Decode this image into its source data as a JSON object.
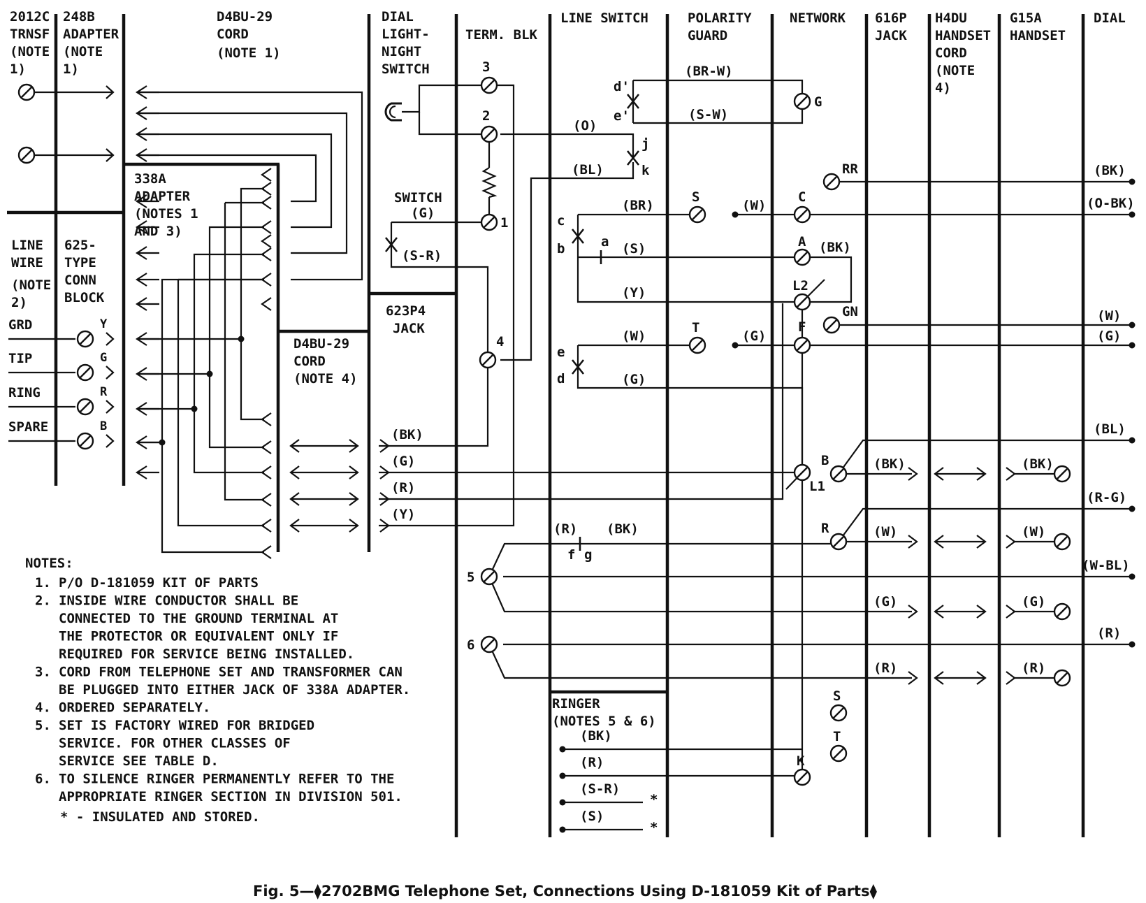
{
  "diagram": {
    "caption": "Fig. 5—⧫2702BMG Telephone Set, Connections Using D-181059 Kit of Parts⧫",
    "columns": {
      "trnsf": [
        "2012C",
        "TRNSF",
        "(NOTE",
        "1)"
      ],
      "adapter248b": [
        "248B",
        "ADAPTER",
        "(NOTE",
        "1)"
      ],
      "cord_top": [
        "D4BU-29",
        "CORD",
        "(NOTE 1)"
      ],
      "dial_light": [
        "DIAL",
        "LIGHT-",
        "NIGHT",
        "SWITCH"
      ],
      "term_blk": "TERM. BLK",
      "line_switch": "LINE SWITCH",
      "polarity_guard": [
        "POLARITY",
        "GUARD"
      ],
      "network": "NETWORK",
      "jack616p": [
        "616P",
        "JACK"
      ],
      "h4du": [
        "H4DU",
        "HANDSET",
        "CORD",
        "(NOTE",
        "4)"
      ],
      "g15a": [
        "G15A",
        "HANDSET"
      ],
      "dial": "DIAL",
      "adapter338a": [
        "338A",
        "ADAPTER",
        "(NOTES 1",
        "AND 3)"
      ],
      "line_wire": [
        "LINE",
        "WIRE",
        "(NOTE",
        "2)"
      ],
      "conn_block": [
        "625-",
        "TYPE",
        "CONN",
        "BLOCK"
      ],
      "cord_mid": [
        "D4BU-29",
        "CORD",
        "(NOTE 4)"
      ],
      "jack623p4": [
        "623P4",
        "JACK"
      ],
      "switch_g": [
        "SWITCH",
        "(G)"
      ],
      "ringer": [
        "RINGER",
        "(NOTES 5 & 6)"
      ]
    },
    "line_wire_rows": [
      "GRD",
      "TIP",
      "RING",
      "SPARE"
    ],
    "line_wire_letters": [
      "Y",
      "G",
      "R",
      "B"
    ],
    "term_numbers": [
      "3",
      "2",
      "1",
      "4",
      "5",
      "6"
    ],
    "cord_wire_labels": [
      "(BK)",
      "(G)",
      "(R)",
      "(Y)"
    ],
    "switch_wire_labels": {
      "o": "(O)",
      "bl": "(BL)",
      "br": "(BR)",
      "s": "(S)",
      "y": "(Y)",
      "w": "(W)",
      "g": "(G)",
      "br_w": "(BR-W)",
      "s_w": "(S-W)",
      "s_r": "(S-R)",
      "r": "(R)",
      "bk": "(BK)"
    },
    "contact_letters": {
      "d_prime": "d'",
      "e_prime": "e'",
      "j": "j",
      "k": "k",
      "c": "c",
      "b": "b",
      "a": "a",
      "e": "e",
      "d": "d",
      "f": "f",
      "g": "g"
    },
    "polarity_terminals": {
      "s": "S",
      "t": "T",
      "g": "G"
    },
    "network_terminals": {
      "rr": "RR",
      "c": "C",
      "a": "A",
      "l2": "L2",
      "gn": "GN",
      "f": "F",
      "b": "B",
      "l1": "L1",
      "r": "R",
      "s": "S",
      "t": "T",
      "k": "K"
    },
    "network_wire_labels": {
      "w": "(W)",
      "bk": "(BK)",
      "g": "(G)"
    },
    "dial_wires": [
      "(BK)",
      "(O-BK)",
      "(W)",
      "(G)",
      "(BL)",
      "(R-G)",
      "(W-BL)",
      "(R)"
    ],
    "handset_rows": [
      {
        "jack": "(BK)",
        "handset": "(BK)"
      },
      {
        "jack": "(W)",
        "handset": "(W)"
      },
      {
        "jack": "(G)",
        "handset": "(G)"
      },
      {
        "jack": "(R)",
        "handset": "(R)"
      }
    ],
    "ringer_wires": [
      "(BK)",
      "(R)",
      "(S-R)",
      "(S)"
    ],
    "asterisk": "*",
    "notes_title": "NOTES:",
    "notes": [
      {
        "num": "1.",
        "lines": [
          "P/O D-181059 KIT OF PARTS"
        ]
      },
      {
        "num": "2.",
        "lines": [
          "INSIDE WIRE CONDUCTOR SHALL BE",
          "CONNECTED TO THE GROUND TERMINAL AT",
          "THE PROTECTOR OR EQUIVALENT ONLY IF",
          "REQUIRED FOR SERVICE BEING INSTALLED."
        ]
      },
      {
        "num": "3.",
        "lines": [
          "CORD FROM TELEPHONE SET AND TRANSFORMER CAN",
          "BE PLUGGED INTO EITHER JACK OF 338A ADAPTER."
        ]
      },
      {
        "num": "4.",
        "lines": [
          "ORDERED SEPARATELY."
        ]
      },
      {
        "num": "5.",
        "lines": [
          "SET IS FACTORY WIRED FOR BRIDGED",
          "SERVICE. FOR OTHER CLASSES OF",
          "SERVICE SEE TABLE D."
        ]
      },
      {
        "num": "6.",
        "lines": [
          "TO SILENCE RINGER PERMANENTLY REFER TO THE",
          "APPROPRIATE RINGER SECTION IN DIVISION 501."
        ]
      }
    ],
    "footnote": "*  - INSULATED AND STORED."
  }
}
